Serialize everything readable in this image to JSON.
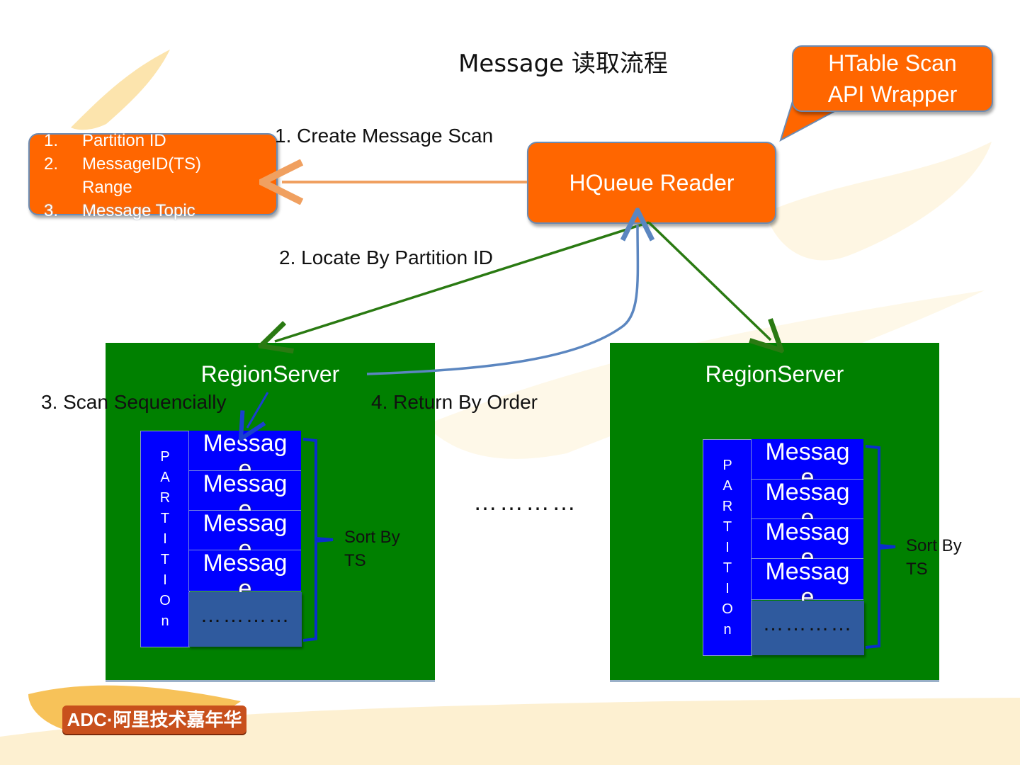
{
  "title": "Message 读取流程",
  "callout": {
    "line1": "HTable Scan",
    "line2": "API Wrapper"
  },
  "steps": {
    "create_scan": "1. Create Message Scan",
    "locate": "2. Locate By Partition ID",
    "scan_seq": "3. Scan Sequencially",
    "return_order": "4. Return By  Order"
  },
  "scan_params": [
    {
      "num": "1.",
      "text": "Partition ID"
    },
    {
      "num": "2.",
      "text": "MessageID(TS)"
    },
    {
      "num": "",
      "text": "Range"
    },
    {
      "num": "3.",
      "text": "Message Topic"
    }
  ],
  "reader": {
    "label": "HQueue Reader"
  },
  "region_servers": [
    {
      "title": "RegionServer",
      "partition_letters": [
        "P",
        "A",
        "R",
        "T",
        "I",
        "T",
        "I",
        "O",
        "n"
      ],
      "messages": [
        {
          "head": "Messag",
          "tail": "e"
        },
        {
          "head": "Messag",
          "tail": "e"
        },
        {
          "head": "Messag",
          "tail": "e"
        },
        {
          "head": "Messag",
          "tail": "e"
        }
      ],
      "more": "…………",
      "sort_label": {
        "line1": "Sort By",
        "line2": "TS"
      }
    },
    {
      "title": "RegionServer",
      "partition_letters": [
        "P",
        "A",
        "R",
        "T",
        "I",
        "T",
        "I",
        "O",
        "n"
      ],
      "messages": [
        {
          "head": "Messag",
          "tail": "e"
        },
        {
          "head": "Messag",
          "tail": "e"
        },
        {
          "head": "Messag",
          "tail": "e"
        },
        {
          "head": "Messag",
          "tail": "e"
        }
      ],
      "more": "…………",
      "sort_label": {
        "line1": "Sort By",
        "line2": "TS"
      }
    }
  ],
  "between_dots": "…………",
  "logo": {
    "text": "ADC·阿里技术嘉年华"
  },
  "colors": {
    "orange": "#ff6600",
    "region_green": "#008000",
    "partition_blue": "#0000ff",
    "slot_blue": "#2f5a9e",
    "arrow_green": "#2a7a12",
    "arrow_blue": "#5b86c0",
    "arrow_orange": "#f0a060",
    "brace_blue": "#0a2ecc"
  },
  "icons": [
    "decorative-brush-stroke",
    "sort-brace",
    "flow-arrow"
  ]
}
